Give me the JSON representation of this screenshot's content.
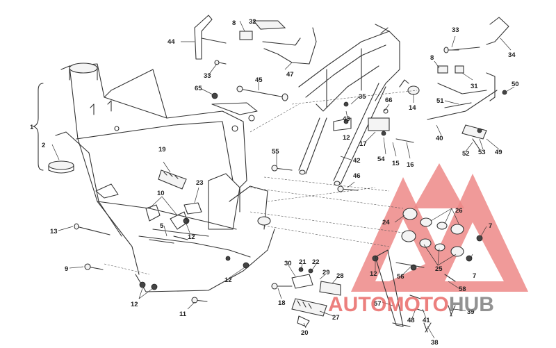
{
  "callouts": {
    "c1": "1",
    "c2": "2",
    "c5": "5",
    "c7a": "7",
    "c7b": "7",
    "c8a": "8",
    "c8b": "8",
    "c9": "9",
    "c10": "10",
    "c11": "11",
    "c12a": "12",
    "c12b": "12",
    "c12c": "12",
    "c12d": "12",
    "c12e": "12",
    "c13": "13",
    "c14": "14",
    "c15": "15",
    "c16": "16",
    "c17": "17",
    "c18": "18",
    "c19": "19",
    "c20": "20",
    "c21": "21",
    "c22": "22",
    "c23": "23",
    "c24": "24",
    "c25": "25",
    "c26": "26",
    "c27": "27",
    "c28": "28",
    "c29": "29",
    "c30": "30",
    "c31": "31",
    "c32": "32",
    "c33a": "33",
    "c33b": "33",
    "c34": "34",
    "c35": "35",
    "c38": "38",
    "c39": "39",
    "c40": "40",
    "c41": "41",
    "c42": "42",
    "c43": "43",
    "c44": "44",
    "c45": "45",
    "c46": "46",
    "c47": "47",
    "c48": "48",
    "c49": "49",
    "c50": "50",
    "c51": "51",
    "c52": "52",
    "c53": "53",
    "c54": "54",
    "c55": "55",
    "c56": "56",
    "c57": "57",
    "c58": "58",
    "c65": "65",
    "c66": "66"
  },
  "watermark": {
    "word1": "AUTOMOTO",
    "word2": "HUB",
    "color_red": "#e8615f",
    "color_gray": "#9a9a9a"
  }
}
